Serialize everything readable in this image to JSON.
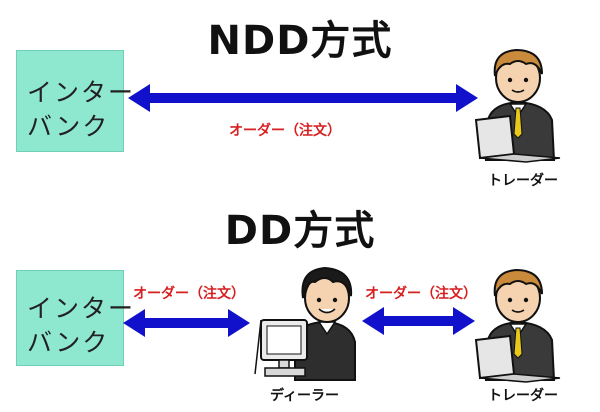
{
  "ndd": {
    "title": "NDD方式",
    "bank_line1": "インター",
    "bank_line2": "バンク",
    "order_label": "オーダー（注文）",
    "trader_label": "トレーダー"
  },
  "dd": {
    "title": "DD方式",
    "bank_line1": "インター",
    "bank_line2": "バンク",
    "order_label_left": "オーダー（注文）",
    "order_label_right": "オーダー（注文）",
    "dealer_label": "ディーラー",
    "trader_label": "トレーダー"
  },
  "colors": {
    "bank_fill": "#8ee8cf",
    "arrow": "#1111cc",
    "order_text": "#d62020"
  }
}
